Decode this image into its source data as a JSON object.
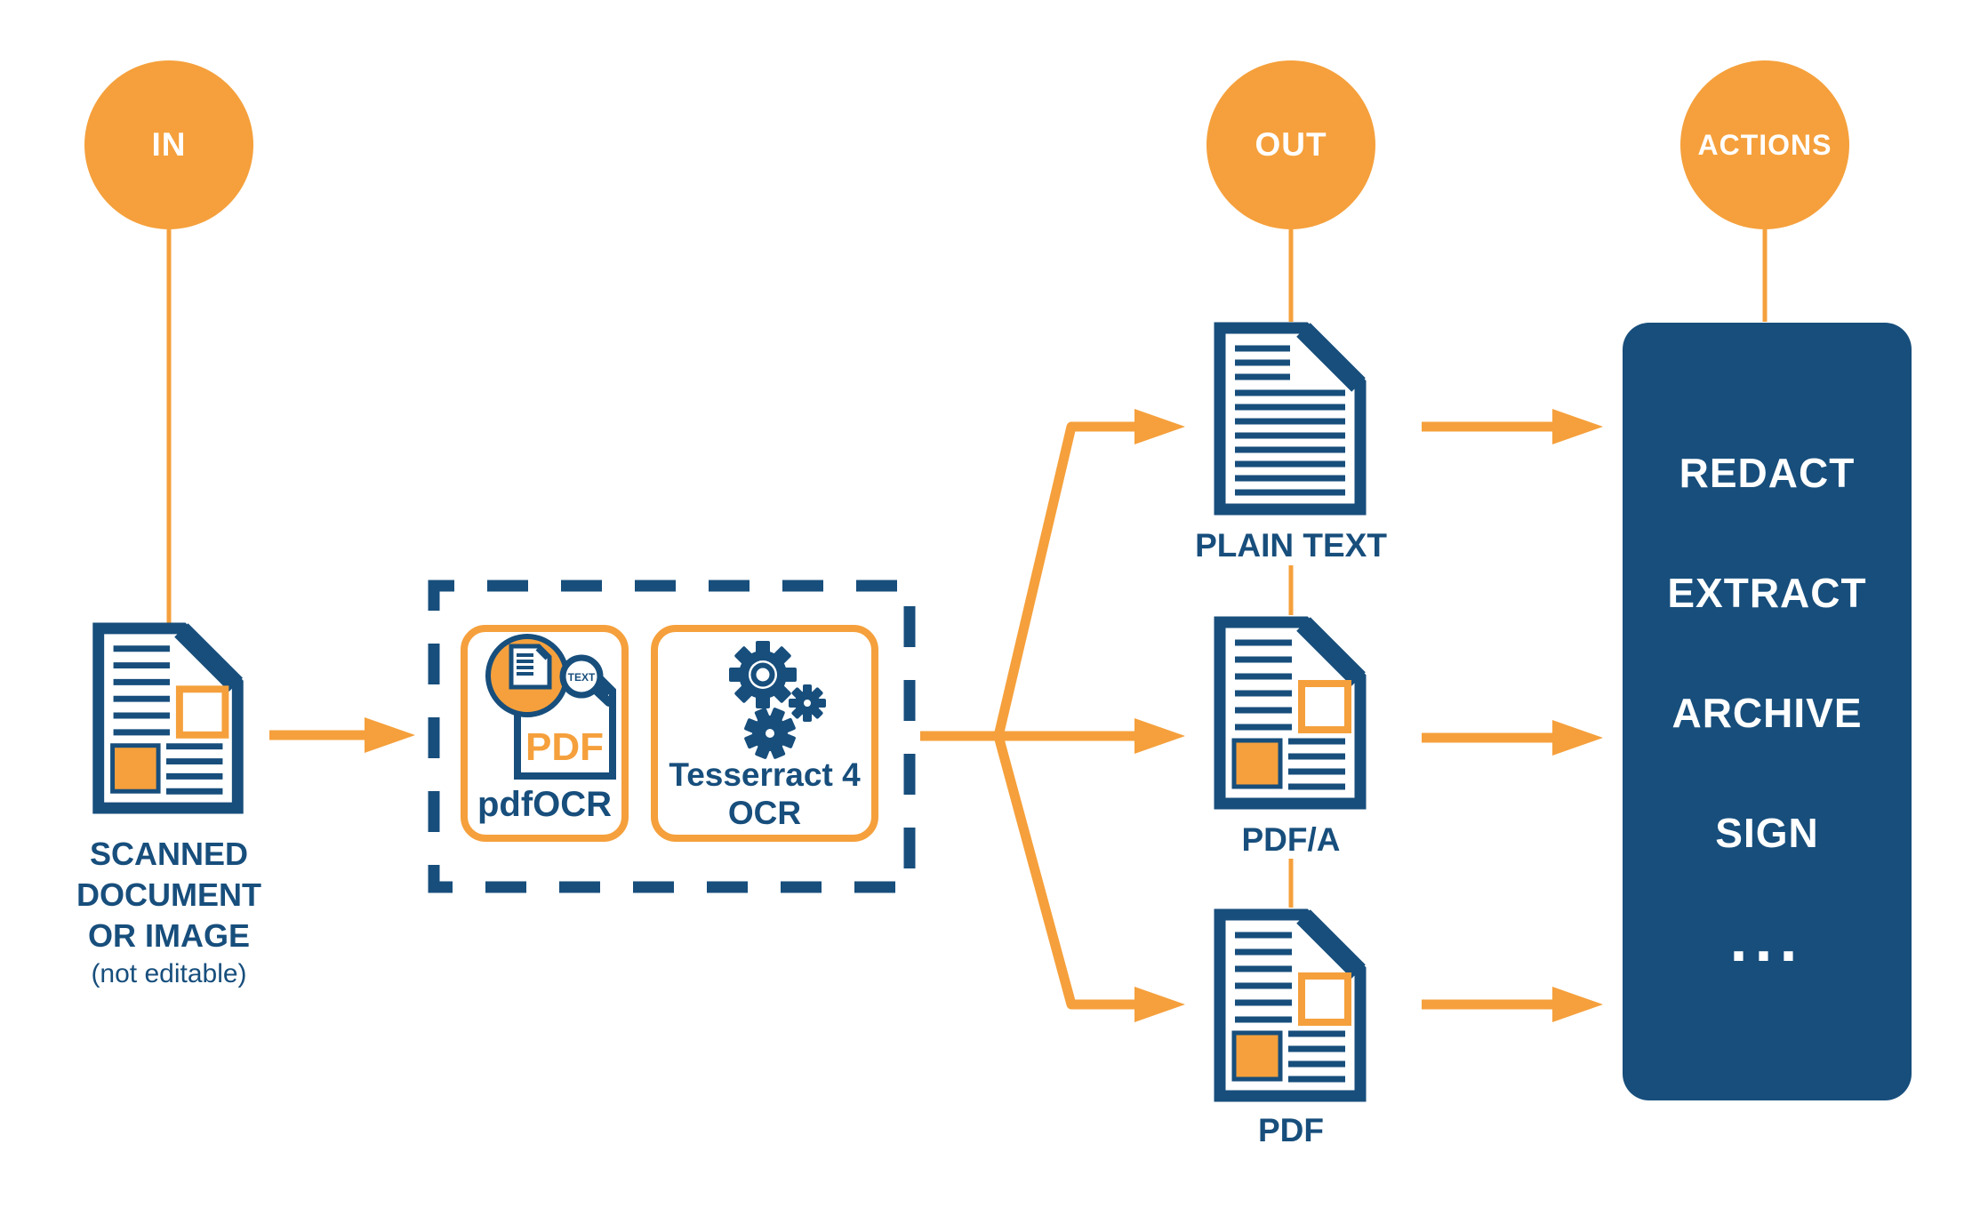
{
  "colors": {
    "orange": "#F5A03C",
    "dark_blue": "#174E7C",
    "background": "#FFFFFF"
  },
  "stages": {
    "in": {
      "label": "IN"
    },
    "out": {
      "label": "OUT"
    },
    "actions": {
      "label": "ACTIONS"
    }
  },
  "input": {
    "title_line1": "SCANNED",
    "title_line2": "DOCUMENT",
    "title_line3": "OR IMAGE",
    "note": "(not editable)"
  },
  "ocr": {
    "pdfocr": {
      "label": "pdfOCR",
      "pdf_text": "PDF",
      "magnifier_text": "TEXT"
    },
    "tesseract": {
      "line1": "Tesserract 4",
      "line2": "OCR"
    }
  },
  "outputs": [
    {
      "label": "PLAIN TEXT"
    },
    {
      "label": "PDF/A"
    },
    {
      "label": "PDF"
    }
  ],
  "actions_box": {
    "items": [
      "REDACT",
      "EXTRACT",
      "ARCHIVE",
      "SIGN",
      "..."
    ]
  }
}
